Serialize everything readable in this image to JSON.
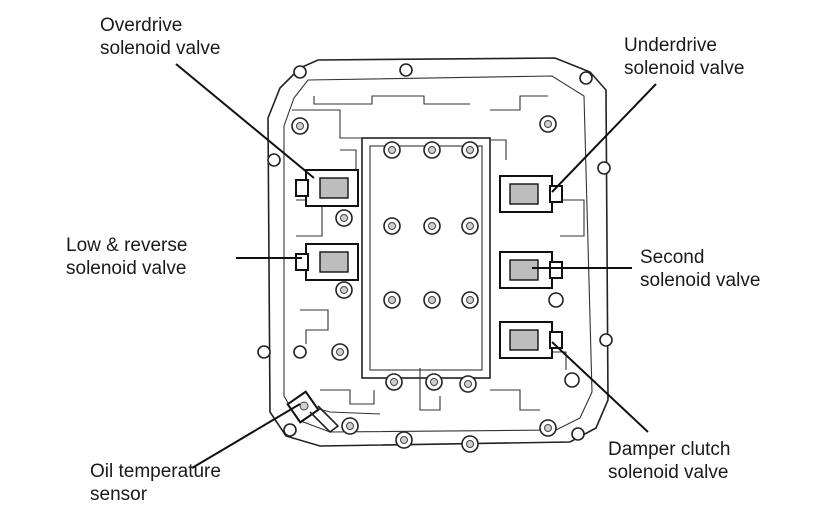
{
  "callouts": {
    "overdrive": {
      "line1": "Overdrive",
      "line2": "solenoid valve"
    },
    "underdrive": {
      "line1": "Underdrive",
      "line2": "solenoid valve"
    },
    "low_reverse": {
      "line1": "Low & reverse",
      "line2": "solenoid valve"
    },
    "second": {
      "line1": "Second",
      "line2": "solenoid valve"
    },
    "damper_clutch": {
      "line1": "Damper clutch",
      "line2": "solenoid valve"
    },
    "oil_temp": {
      "line1": "Oil temperature",
      "line2": "sensor"
    }
  }
}
